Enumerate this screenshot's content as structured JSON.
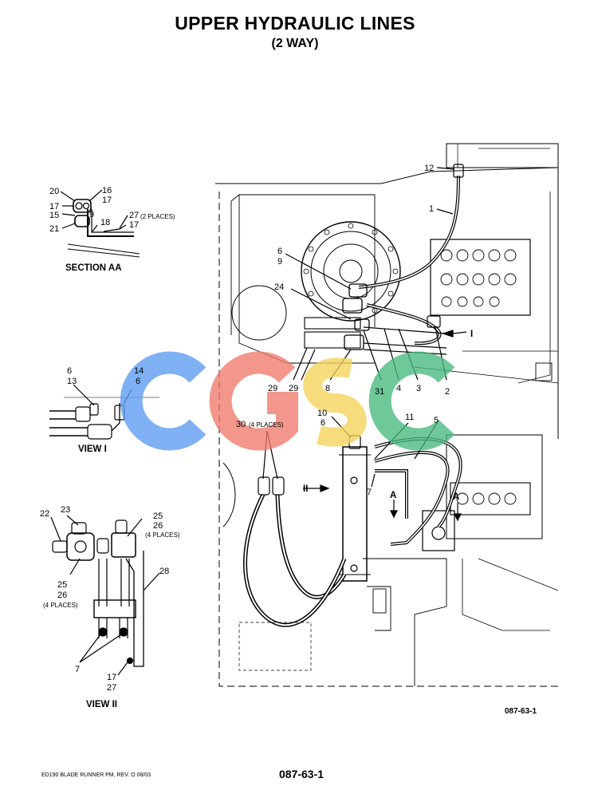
{
  "title": "UPPER HYDRAULIC LINES",
  "subtitle": "(2 WAY)",
  "watermark": {
    "text": "CGSC",
    "colors": [
      "#5b9bf0",
      "#f07a6e",
      "#f6d35a",
      "#46b97c"
    ]
  },
  "views": {
    "section_aa": {
      "caption": "SECTION AA",
      "callouts": [
        "20",
        "16",
        "17",
        "17",
        "9",
        "15",
        "18",
        "27",
        "(2 PLACES)",
        "17",
        "21"
      ]
    },
    "view_i": {
      "caption": "VIEW I",
      "callouts": [
        "6",
        "13",
        "14",
        "6"
      ]
    },
    "view_ii": {
      "caption": "VIEW II",
      "callouts": [
        "22",
        "23",
        "25",
        "26",
        "(4 PLACES)",
        "28",
        "25",
        "26",
        "(4 PLACES)",
        "7",
        "17",
        "27"
      ]
    }
  },
  "main_callouts": {
    "top": [
      "12",
      "1",
      "6",
      "9",
      "24",
      "I"
    ],
    "mid_row": [
      "29",
      "29",
      "8",
      "31",
      "4",
      "3",
      "2"
    ],
    "lower": [
      "30",
      "(4 PLACES)",
      "10",
      "6",
      "11",
      "5",
      "7",
      "A",
      "A",
      "II"
    ]
  },
  "figure_number": "087-63-1",
  "footer": {
    "left": "ED190 BLADE RUNNER PM, REV. O 08/03",
    "page": "087-63-1"
  }
}
